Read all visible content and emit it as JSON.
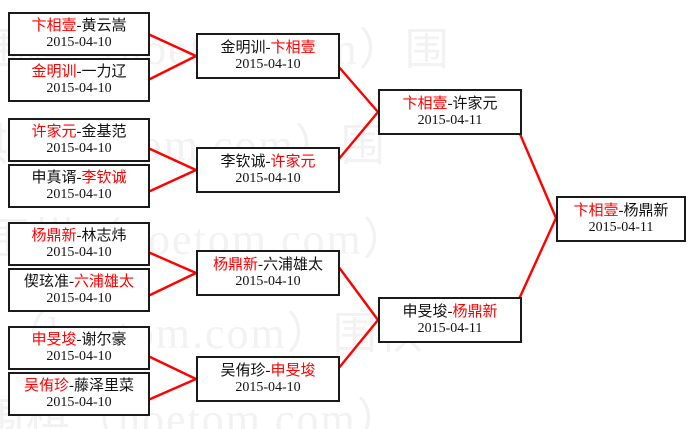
{
  "watermark": {
    "text": "围棋（hoetom.com）",
    "color": "#f2f2f2",
    "lines": [
      "围棋（hoetom.com）围",
      "棋（hoetom.com）围",
      "围棋（hoetom.com）",
      "棋（hoetom.com）围棋",
      "围棋（hoetom.com）"
    ]
  },
  "colors": {
    "winner": "#ff0000",
    "loser": "#111111",
    "connector": "#ff0000",
    "box_border": "#1a1a1a",
    "background": "#ffffff"
  },
  "bracket": {
    "rounds": [
      {
        "name": "round-1",
        "matches": [
          {
            "id": "r1m1",
            "winner": "卞相壹",
            "loser": "黄云嵩",
            "winner_side": "left",
            "separator": "-",
            "date": "2015-04-10"
          },
          {
            "id": "r1m2",
            "winner": "金明训",
            "loser": "一力辽",
            "winner_side": "left",
            "separator": "-",
            "date": "2015-04-10"
          },
          {
            "id": "r1m3",
            "winner": "许家元",
            "loser": "金基范",
            "winner_side": "left",
            "separator": "-",
            "date": "2015-04-10"
          },
          {
            "id": "r1m4",
            "winner": "李钦诚",
            "loser": "申真谞",
            "winner_side": "right",
            "separator": "-",
            "date": "2015-04-10"
          },
          {
            "id": "r1m5",
            "winner": "杨鼎新",
            "loser": "林志炜",
            "winner_side": "left",
            "separator": "-",
            "date": "2015-04-10"
          },
          {
            "id": "r1m6",
            "winner": "六浦雄太",
            "loser": "偰玹准",
            "winner_side": "right",
            "separator": "-",
            "date": "2015-04-10"
          },
          {
            "id": "r1m7",
            "winner": "申旻埈",
            "loser": "谢尔豪",
            "winner_side": "left",
            "separator": "-",
            "date": "2015-04-10"
          },
          {
            "id": "r1m8",
            "winner": "吴侑珍",
            "loser": "藤泽里菜",
            "winner_side": "left",
            "separator": "-",
            "date": "2015-04-10"
          }
        ]
      },
      {
        "name": "round-2",
        "matches": [
          {
            "id": "r2m1",
            "winner": "卞相壹",
            "loser": "金明训",
            "winner_side": "right",
            "separator": "-",
            "date": "2015-04-10"
          },
          {
            "id": "r2m2",
            "winner": "许家元",
            "loser": "李钦诚",
            "winner_side": "right",
            "separator": "-",
            "date": "2015-04-10"
          },
          {
            "id": "r2m3",
            "winner": "杨鼎新",
            "loser": "六浦雄太",
            "winner_side": "left",
            "separator": "-",
            "date": "2015-04-10"
          },
          {
            "id": "r2m4",
            "winner": "申旻埈",
            "loser": "吴侑珍",
            "winner_side": "right",
            "separator": "-",
            "date": "2015-04-10"
          }
        ]
      },
      {
        "name": "semifinal",
        "matches": [
          {
            "id": "sf1",
            "winner": "卞相壹",
            "loser": "许家元",
            "winner_side": "left",
            "separator": "-",
            "date": "2015-04-11"
          },
          {
            "id": "sf2",
            "winner": "杨鼎新",
            "loser": "申旻埈",
            "winner_side": "right",
            "separator": "-",
            "date": "2015-04-11"
          }
        ]
      },
      {
        "name": "final",
        "matches": [
          {
            "id": "f1",
            "winner": "卞相壹",
            "loser": "杨鼎新",
            "winner_side": "left",
            "separator": "-",
            "date": "2015-04-11"
          }
        ]
      }
    ]
  }
}
